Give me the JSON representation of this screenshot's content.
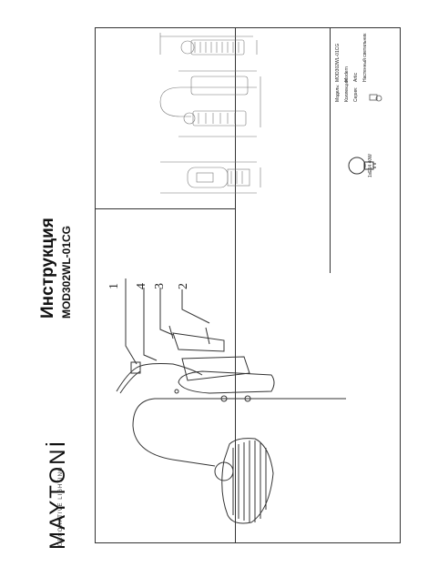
{
  "brand": {
    "name": "MAYTONİ",
    "tagline": "DECORATIVE LIGHTING"
  },
  "document": {
    "title": "Инструкция",
    "model": "MOD302WL-01CG"
  },
  "callouts": [
    "1",
    "4",
    "3",
    "2"
  ],
  "specs": {
    "rows": [
      {
        "label": "Модель:",
        "value": "MOD302WL-01CG"
      },
      {
        "label": "Коллекция:",
        "value": "Modern"
      },
      {
        "label": "Серия:",
        "value": "Artic"
      },
      {
        "label": "",
        "value": "Настенный светильник"
      }
    ],
    "lamp": "1xE14 40W"
  }
}
